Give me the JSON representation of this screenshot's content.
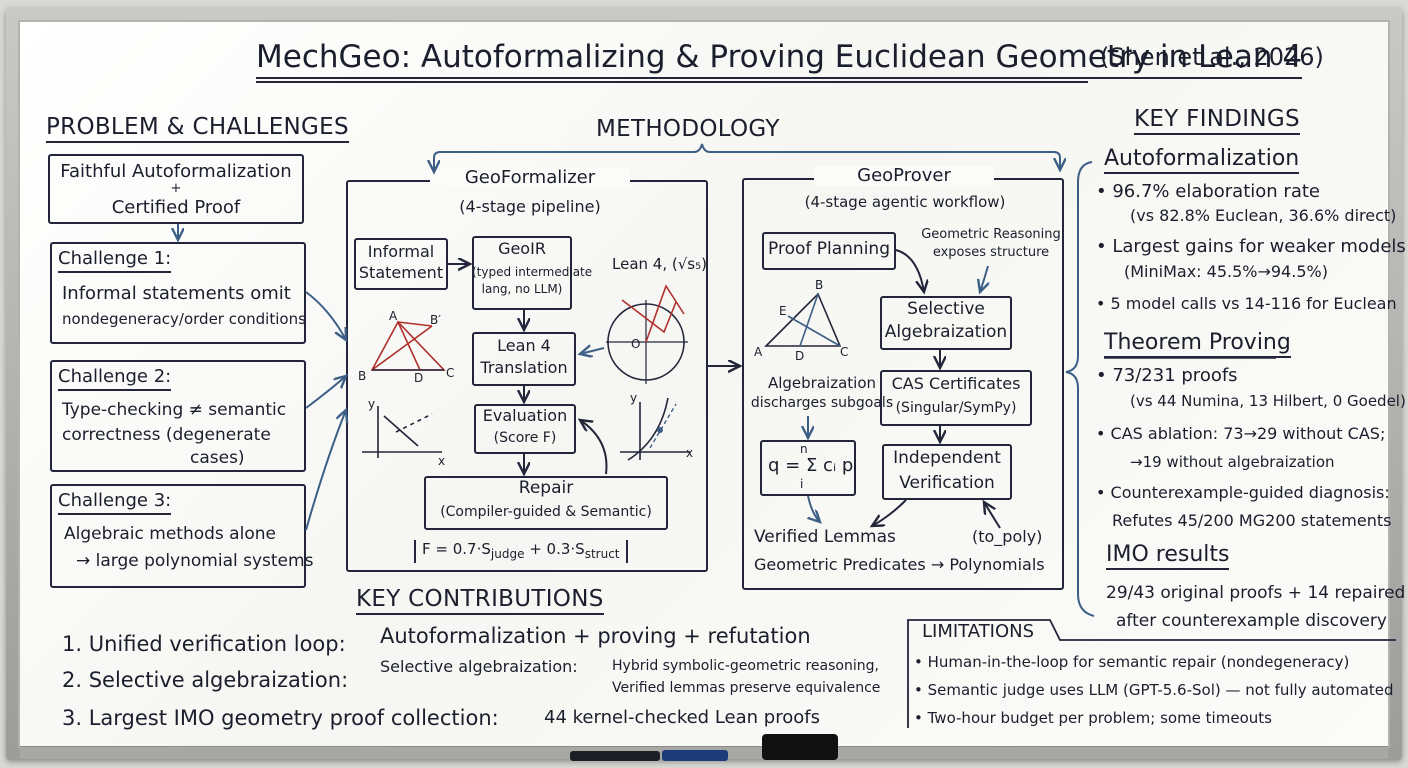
{
  "title": {
    "main": "MechGeo: Autoformalizing & Proving Euclidean Geometry in Lean 4",
    "citation": "(Shen et al., 2026)"
  },
  "problem": {
    "heading": "PROBLEM & CHALLENGES",
    "goal_line1": "Faithful Autoformalization",
    "goal_plus": "+",
    "goal_line2": "Certified Proof",
    "challenges": [
      {
        "title": "Challenge 1:",
        "lines": [
          "Informal statements omit",
          "nondegeneracy/order conditions"
        ]
      },
      {
        "title": "Challenge 2:",
        "lines": [
          "Type-checking ≠ semantic",
          "correctness (degenerate",
          "cases)"
        ]
      },
      {
        "title": "Challenge 3:",
        "lines": [
          "Algebraic methods alone",
          "→ large polynomial systems"
        ]
      }
    ]
  },
  "methodology": {
    "heading": "METHODOLOGY",
    "formalizer": {
      "title": "GeoFormalizer",
      "subtitle": "(4-stage pipeline)",
      "informal": [
        "Informal",
        "Statement"
      ],
      "geoir_title": "GeoIR",
      "geoir_lines": [
        "(typed intermediate",
        "lang, no LLM)"
      ],
      "lean": [
        "Lean 4",
        "Translation"
      ],
      "evaluation": [
        "Evaluation",
        "(Score F)"
      ],
      "repair": [
        "Repair",
        "(Compiler-guided & Semantic)"
      ],
      "lean_sqrt": "Lean 4, (√s₅)",
      "formula": "F = 0.7·S",
      "formula_sub1": "judge",
      "formula_mid": " + 0.3·S",
      "formula_sub2": "struct",
      "triangle_labels": [
        "A",
        "B′",
        "B",
        "D",
        "C"
      ],
      "circle_label": "O",
      "axis_y": "y",
      "axis_x": "x"
    },
    "prover": {
      "title": "GeoProver",
      "subtitle": "(4-stage agentic workflow)",
      "planning": "Proof Planning",
      "reasoning": [
        "Geometric Reasoning",
        "exposes structure"
      ],
      "selective": [
        "Selective",
        "Algebraization"
      ],
      "algebraization_note": [
        "Algebraization",
        "discharges subgoals"
      ],
      "cas": [
        "CAS Certificates",
        "(Singular/SymPy)"
      ],
      "formula": "q = Σ cᵢ pᵢ",
      "sum_top": "n",
      "sum_bottom": "i",
      "independent": [
        "Independent",
        "Verification"
      ],
      "verified": "Verified Lemmas",
      "to_poly": "(to_poly)",
      "predicates": "Geometric Predicates → Polynomials",
      "triangle_labels": [
        "B",
        "E",
        "A",
        "D",
        "C"
      ]
    }
  },
  "findings": {
    "heading": "KEY FINDINGS",
    "autoformalization": {
      "heading": "Autoformalization",
      "items": [
        {
          "line1": "• 96.7% elaboration rate",
          "line2": "(vs 82.8% Euclean, 36.6% direct)"
        },
        {
          "line1": "• Largest gains for weaker models",
          "line2": "(MiniMax: 45.5%→94.5%)"
        },
        {
          "line1": "• 5 model calls vs 14-116 for Euclean",
          "line2": ""
        }
      ]
    },
    "theorem": {
      "heading": "Theorem Proving",
      "items": [
        {
          "line1": "• 73/231 proofs",
          "line2": "(vs 44 Numina, 13 Hilbert, 0 Goedel)"
        },
        {
          "line1": "• CAS ablation: 73→29 without CAS;",
          "line2": "→19 without algebraization"
        },
        {
          "line1": "• Counterexample-guided diagnosis:",
          "line2": "Refutes 45/200 MG200 statements"
        }
      ]
    },
    "imo": {
      "heading": "IMO results",
      "line1": "29/43 original proofs + 14 repaired",
      "line2": "after counterexample discovery"
    }
  },
  "contributions": {
    "heading": "KEY CONTRIBUTIONS",
    "c1_label": "1. Unified verification loop:",
    "c1_value": "Autoformalization + proving + refutation",
    "c2_label": "2. Selective algebraization:",
    "c2_sub": "Selective algebraization:",
    "c2_value1": "Hybrid symbolic-geometric reasoning,",
    "c2_value2": "Verified lemmas preserve equivalence",
    "c3_label": "3. Largest IMO geometry proof collection:",
    "c3_value": "44 kernel-checked Lean proofs"
  },
  "limitations": {
    "heading": "LIMITATIONS",
    "items": [
      "• Human-in-the-loop for semantic repair (nondegeneracy)",
      "• Semantic judge uses LLM (GPT-5.6-Sol) — not fully automated",
      "• Two-hour budget per problem; some timeouts"
    ]
  },
  "colors": {
    "ink": "#1b1e2c",
    "arrow_blue": "#3d5f86",
    "triangle_red": "#b0302c",
    "board": "#f8f8f5"
  }
}
